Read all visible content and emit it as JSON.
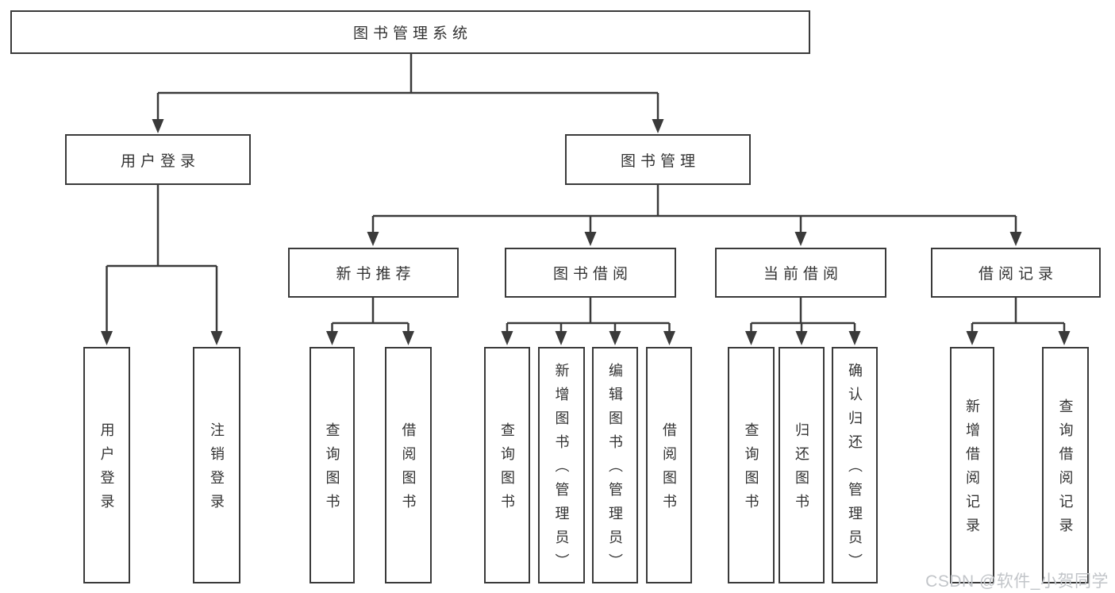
{
  "diagram": {
    "root": {
      "label": "图书管理系统"
    },
    "branches": [
      {
        "label": "用户登录",
        "children": [
          {
            "label": "用户登录"
          },
          {
            "label": "注销登录"
          }
        ]
      },
      {
        "label": "图书管理",
        "children": [
          {
            "label": "新书推荐",
            "children": [
              {
                "label": "查询图书"
              },
              {
                "label": "借阅图书"
              }
            ]
          },
          {
            "label": "图书借阅",
            "children": [
              {
                "label": "查询图书"
              },
              {
                "label": "新增图书（管理员）"
              },
              {
                "label": "编辑图书（管理员）"
              },
              {
                "label": "借阅图书"
              }
            ]
          },
          {
            "label": "当前借阅",
            "children": [
              {
                "label": "查询图书"
              },
              {
                "label": "归还图书"
              },
              {
                "label": "确认归还（管理员）"
              }
            ]
          },
          {
            "label": "借阅记录",
            "children": [
              {
                "label": "新增借阅记录"
              },
              {
                "label": "查询借阅记录"
              }
            ]
          }
        ]
      }
    ]
  },
  "watermark": {
    "text": "CSDN @软件_小贺同学"
  },
  "colors": {
    "line": "#3a3a3a",
    "text": "#333333",
    "box_background": "#ffffff",
    "watermark": "#c2c5c9"
  }
}
